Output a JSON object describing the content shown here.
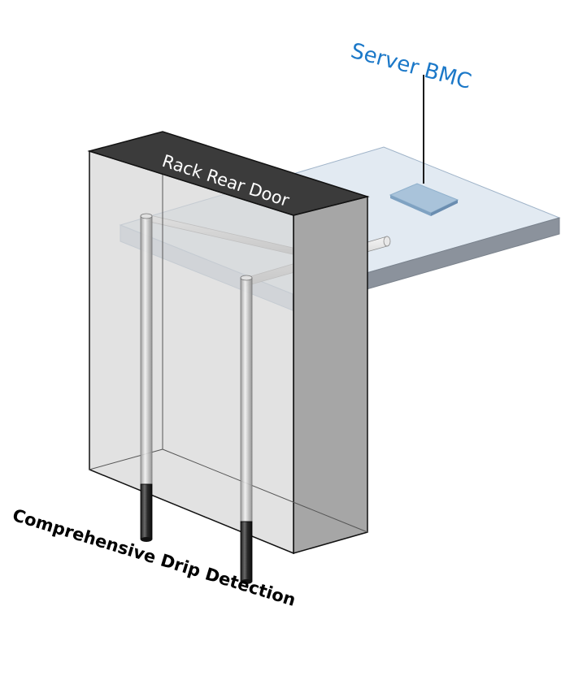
{
  "labels": {
    "server_bmc": "Server BMC",
    "rack_rear_door": "Rack Rear Door",
    "drip_detection": "Comprehensive Drip Detection"
  },
  "colors": {
    "server_label": "#1b78c8",
    "bmc_chip": "#a9c3da",
    "tray_top": "#dde6f0",
    "tray_edge": "#8b929c",
    "box_face": "#d6d6d6",
    "box_side": "#a6a6a6",
    "box_top": "#3b3b3b",
    "outline": "#111111",
    "door_label": "#ffffff",
    "drip_label": "#000000"
  },
  "icons": {
    "bmc_chip": "bmc-chip-icon",
    "pipe": "pipe-icon",
    "drip_sensor": "drip-sensor-icon"
  }
}
